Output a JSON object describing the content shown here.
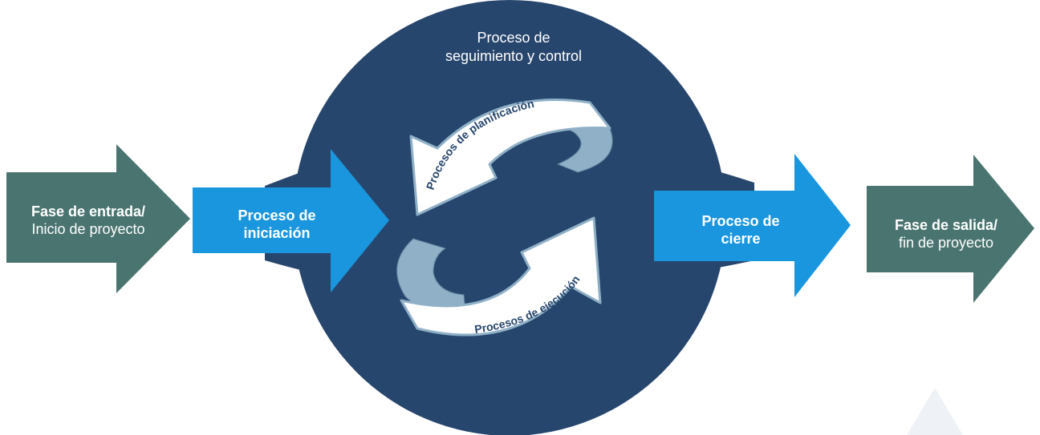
{
  "colors": {
    "background": "#ffffff",
    "control_circle": "#27466d",
    "phase_arrow": "#4a7470",
    "process_arrow": "#1a96de",
    "cycle_arrow_face": "#ffffff",
    "cycle_arrow_band": "#8fb0c7",
    "cycle_text": "#27466d",
    "watermark": "#eef2f6"
  },
  "control": {
    "line1": "Proceso de",
    "line2": "seguimiento y control"
  },
  "entry": {
    "line1": "Fase de entrada/",
    "line2": "Inicio de proyecto"
  },
  "initiation": {
    "line1": "Proceso de",
    "line2": "iniciación"
  },
  "closing": {
    "line1": "Proceso de",
    "line2": "cierre"
  },
  "exit": {
    "line1": "Fase de salida/",
    "line2": "fin de proyecto"
  },
  "cycle": {
    "planning": "Procesos de planificación",
    "execution": "Procesos de ejecución"
  },
  "icons": {
    "planning_arrow": "curved-arrow-icon",
    "execution_arrow": "curved-arrow-icon",
    "watermark": "triangle-watermark-icon"
  }
}
